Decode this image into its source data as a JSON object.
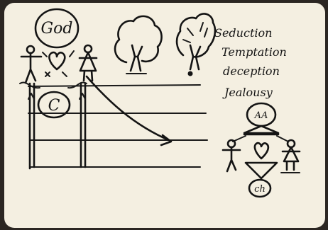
{
  "labels": {
    "god": "God",
    "church_left": "C",
    "aa": "AA",
    "church_right": "ch"
  },
  "words": [
    "Seduction",
    "Temptation",
    "deception",
    "Jealousy"
  ],
  "colors": {
    "paper": "#f4efe1",
    "ink": "#141414",
    "background": "#2b2622"
  }
}
